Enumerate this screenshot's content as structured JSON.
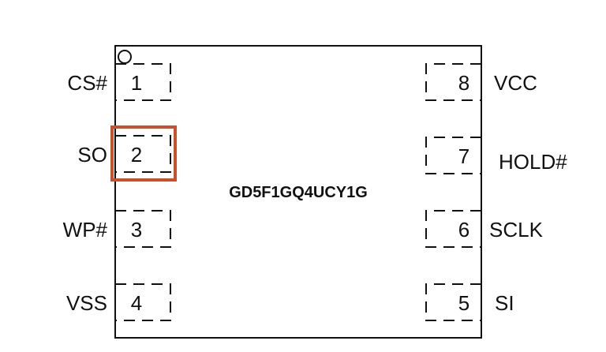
{
  "chip": {
    "name": "GD5F1GQ4UCY1G"
  },
  "pins": [
    {
      "number": "1",
      "label": "CS#",
      "side": "left",
      "highlighted": false
    },
    {
      "number": "2",
      "label": "SO",
      "side": "left",
      "highlighted": true
    },
    {
      "number": "3",
      "label": "WP#",
      "side": "left",
      "highlighted": false
    },
    {
      "number": "4",
      "label": "VSS",
      "side": "left",
      "highlighted": false
    },
    {
      "number": "5",
      "label": "SI",
      "side": "right",
      "highlighted": false
    },
    {
      "number": "6",
      "label": "SCLK",
      "side": "right",
      "highlighted": false
    },
    {
      "number": "7",
      "label": "HOLD#",
      "side": "right",
      "highlighted": false
    },
    {
      "number": "8",
      "label": "VCC",
      "side": "right",
      "highlighted": false
    }
  ],
  "colors": {
    "highlight": "#c8502a",
    "line": "#111111"
  }
}
